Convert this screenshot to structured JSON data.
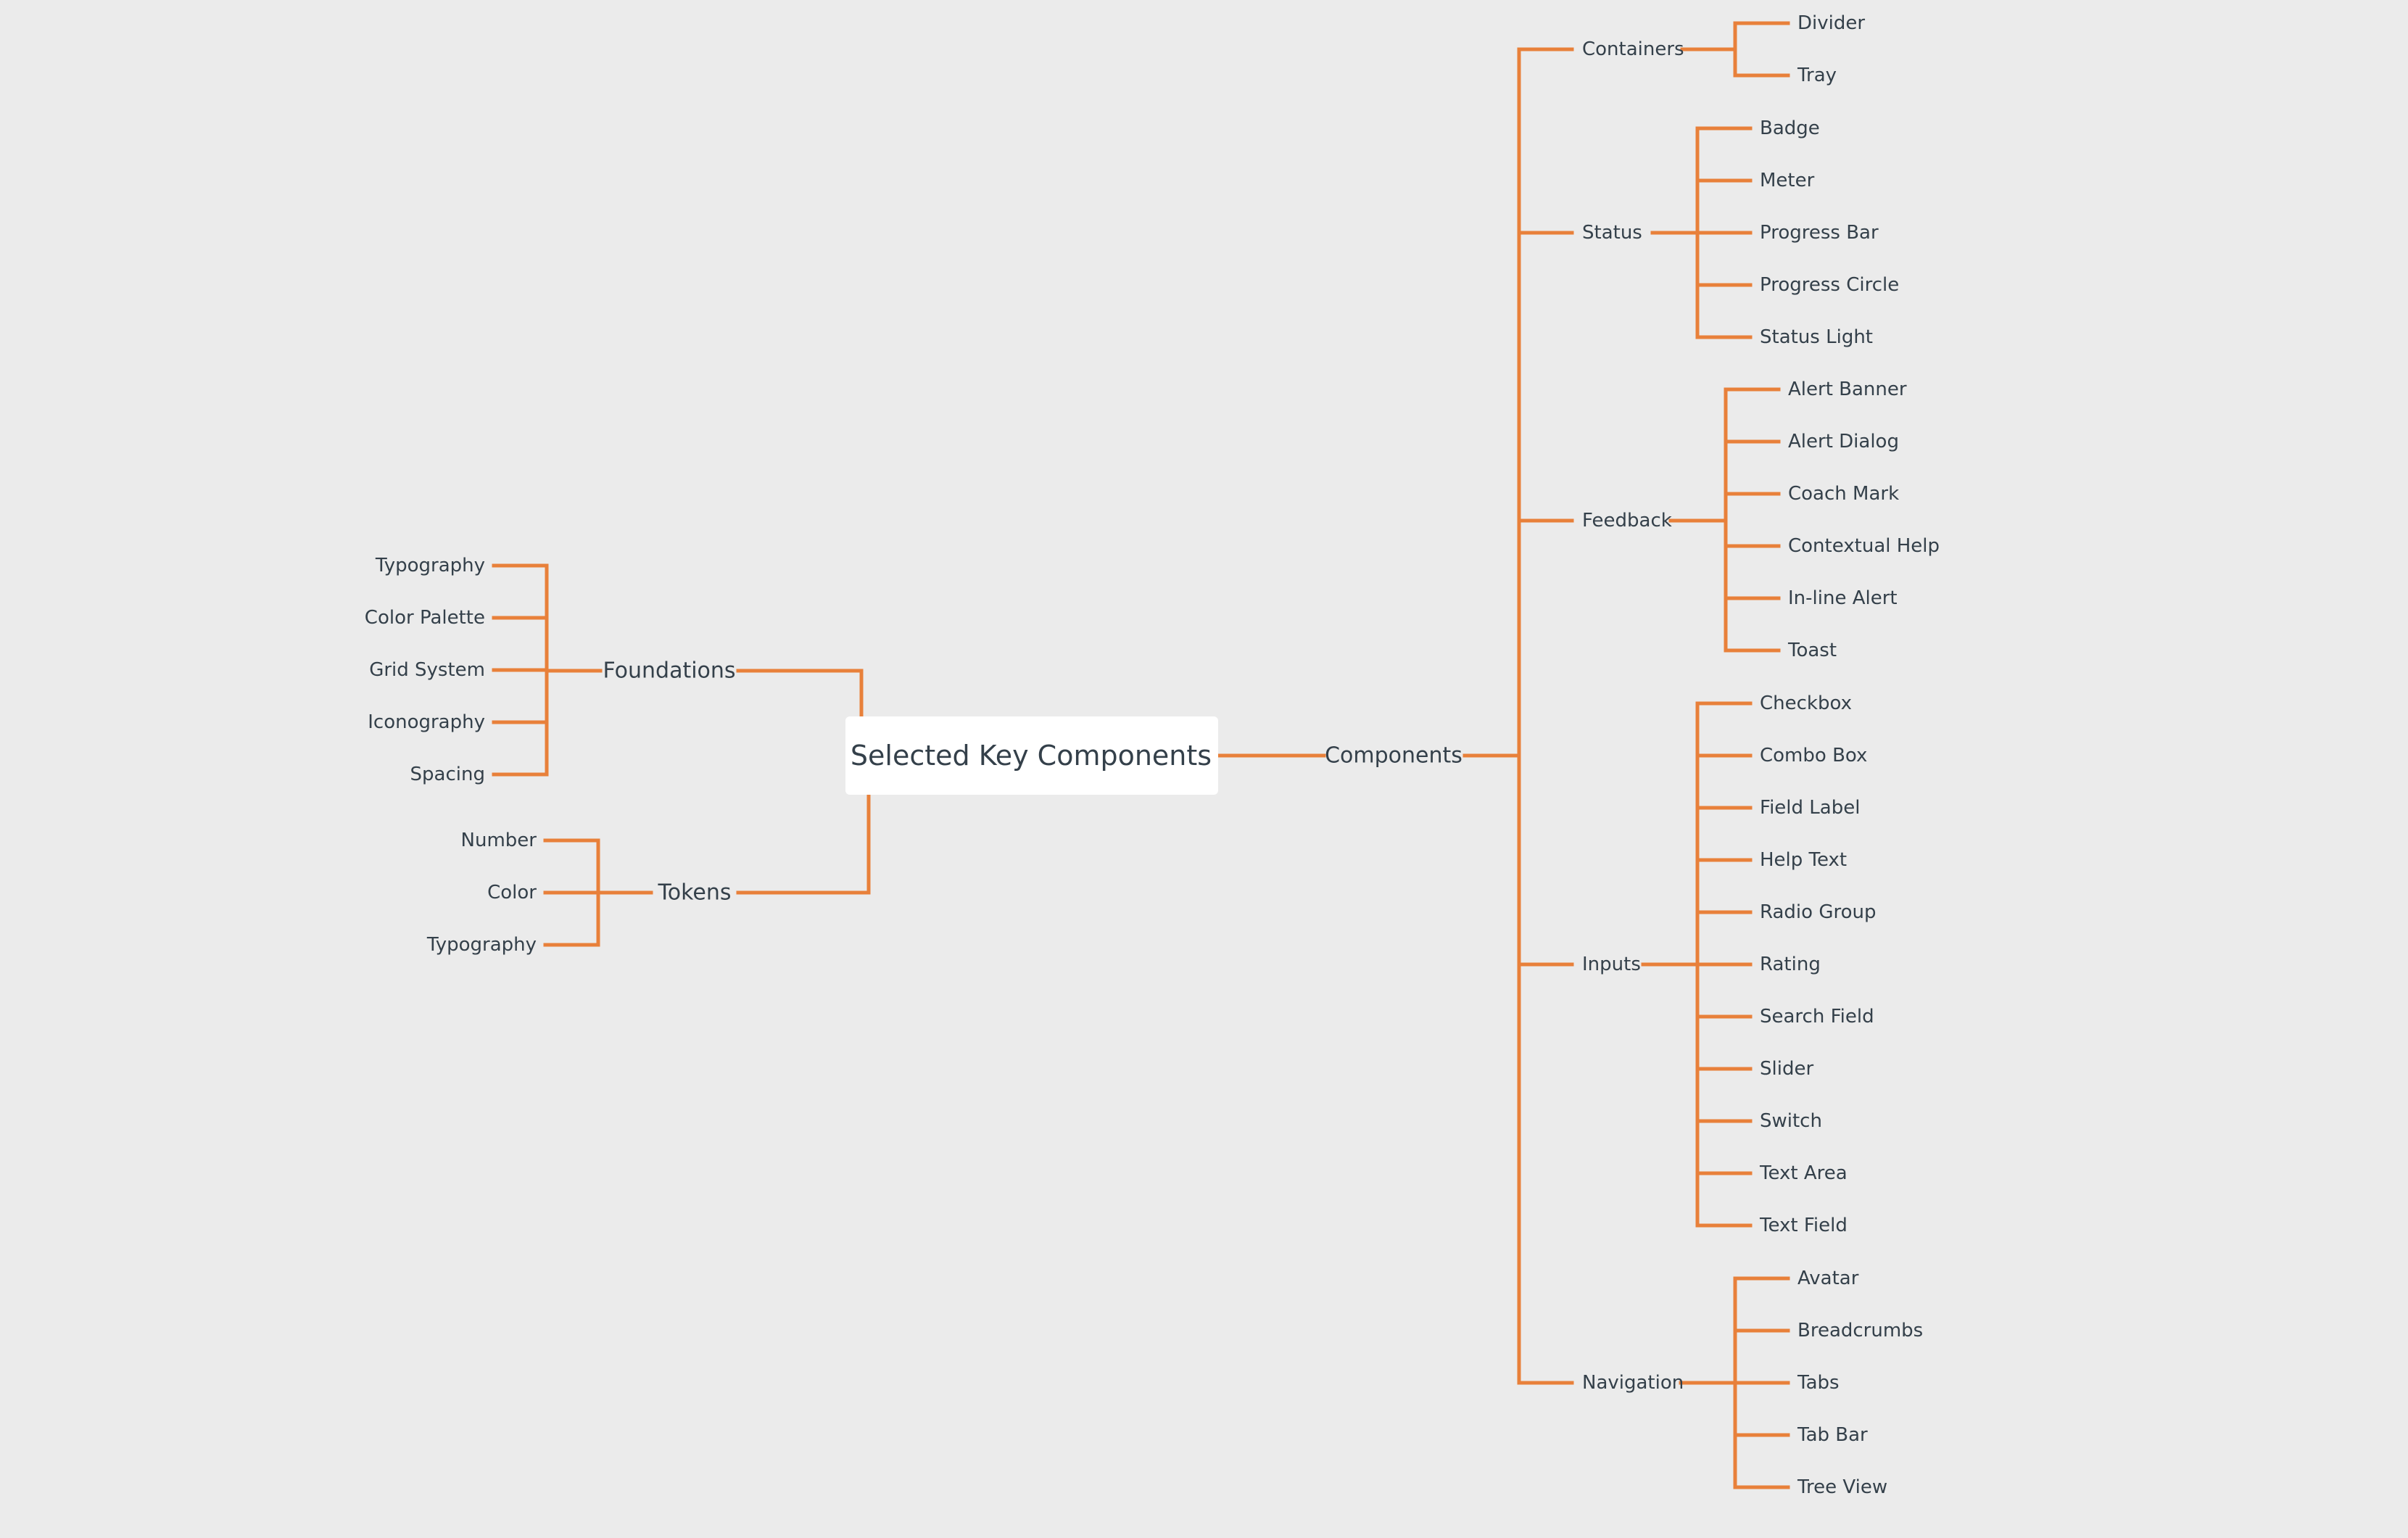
{
  "colors": {
    "background": "#ebebeb",
    "branch_line": "#e8803a",
    "text": "#34404a",
    "root_fill": "#ffffff"
  },
  "root": "Selected Key Components",
  "branches": {
    "foundations": {
      "label": "Foundations",
      "children": [
        "Typography",
        "Color Palette",
        "Grid System",
        "Iconography",
        "Spacing"
      ]
    },
    "tokens": {
      "label": "Tokens",
      "children": [
        "Number",
        "Color",
        "Typography"
      ]
    },
    "components": {
      "label": "Components",
      "groups": [
        {
          "label": "Containers",
          "children": [
            "Divider",
            "Tray"
          ]
        },
        {
          "label": "Status",
          "children": [
            "Badge",
            "Meter",
            "Progress Bar",
            "Progress Circle",
            "Status Light"
          ]
        },
        {
          "label": "Feedback",
          "children": [
            "Alert Banner",
            "Alert Dialog",
            "Coach Mark",
            "Contextual Help",
            "In-line Alert",
            "Toast"
          ]
        },
        {
          "label": "Inputs",
          "children": [
            "Checkbox",
            "Combo Box",
            "Field Label",
            "Help Text",
            "Radio Group",
            "Rating",
            "Search Field",
            "Slider",
            "Switch",
            "Text Area",
            "Text Field"
          ]
        },
        {
          "label": "Navigation",
          "children": [
            "Avatar",
            "Breadcrumbs",
            "Tabs",
            "Tab Bar",
            "Tree View"
          ]
        }
      ]
    }
  }
}
